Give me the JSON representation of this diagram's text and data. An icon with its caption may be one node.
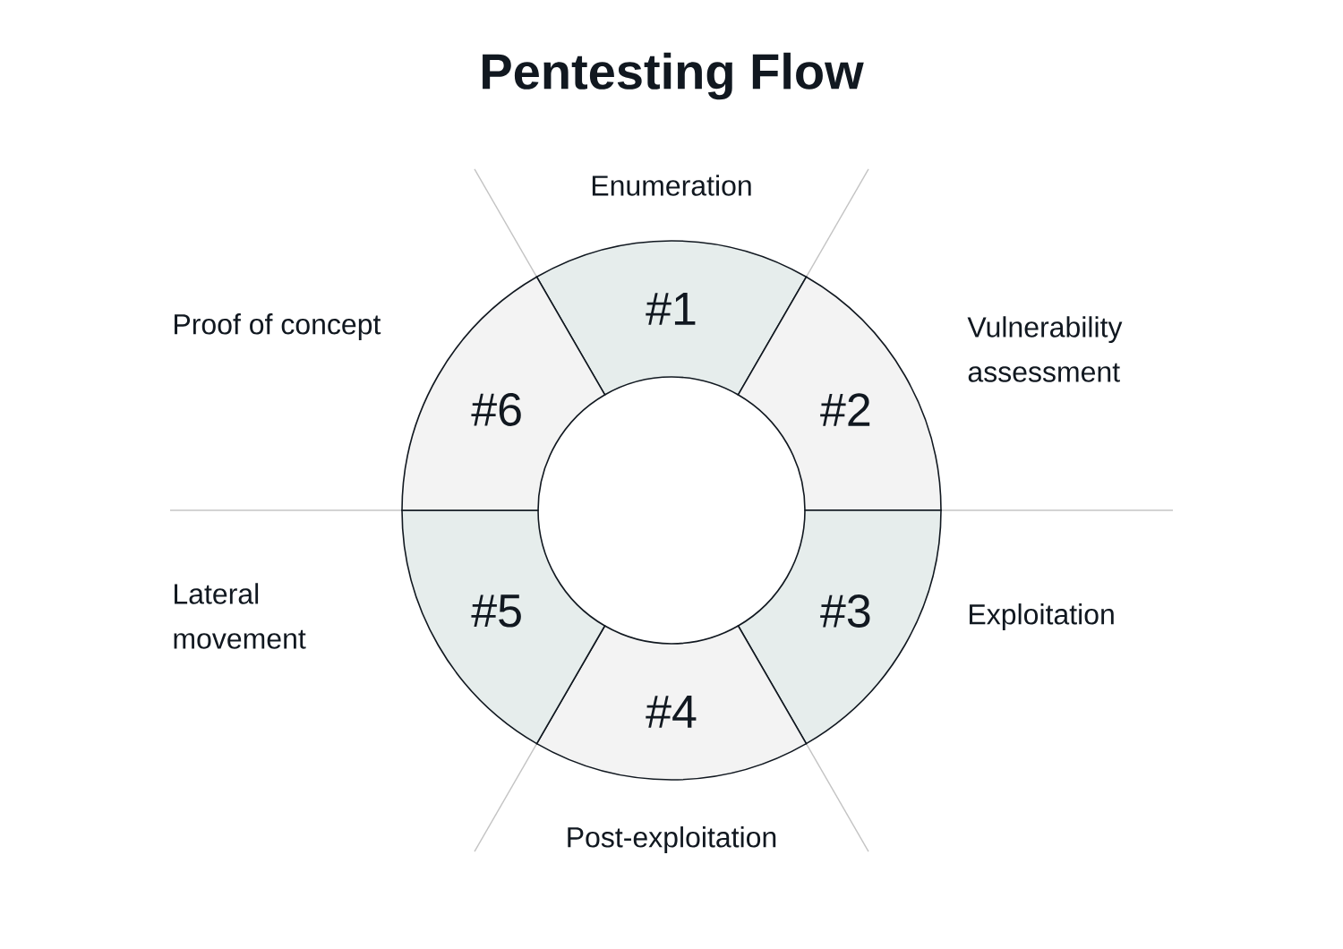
{
  "diagram": {
    "title": "Pentesting Flow",
    "nodes": [
      {
        "text": [
          "#1"
        ],
        "beside": [
          "Enumeration"
        ]
      },
      {
        "text": [
          "#2"
        ],
        "beside": [
          "Vulnerability assessment"
        ]
      },
      {
        "text": [
          "#3"
        ],
        "beside": [
          "Exploitation"
        ]
      },
      {
        "text": [
          "#4"
        ],
        "beside": [
          "Post-exploitation"
        ]
      },
      {
        "text": [
          "#5"
        ],
        "beside": [
          "Lateral movement"
        ]
      },
      {
        "text": [
          "#6"
        ],
        "beside": [
          "Proof of concept"
        ]
      }
    ]
  }
}
